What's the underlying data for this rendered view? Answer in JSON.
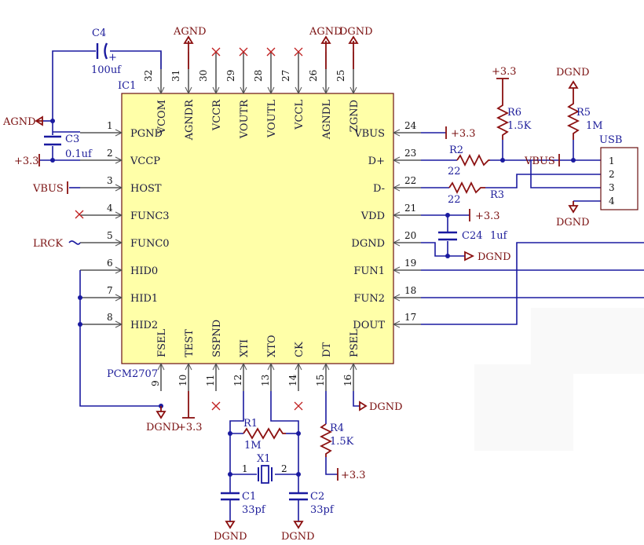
{
  "chip": {
    "ref": "IC1",
    "part": "PCM2707",
    "fill": "#ffffa8",
    "pins_left": [
      {
        "num": "1",
        "name": "PGND"
      },
      {
        "num": "2",
        "name": "VCCP"
      },
      {
        "num": "3",
        "name": "HOST"
      },
      {
        "num": "4",
        "name": "FUNC3"
      },
      {
        "num": "5",
        "name": "FUNC0"
      },
      {
        "num": "6",
        "name": "HID0"
      },
      {
        "num": "7",
        "name": "HID1"
      },
      {
        "num": "8",
        "name": "HID2"
      }
    ],
    "pins_right": [
      {
        "num": "24",
        "name": "VBUS"
      },
      {
        "num": "23",
        "name": "D+"
      },
      {
        "num": "22",
        "name": "D-"
      },
      {
        "num": "21",
        "name": "VDD"
      },
      {
        "num": "20",
        "name": "DGND"
      },
      {
        "num": "19",
        "name": "FUN1"
      },
      {
        "num": "18",
        "name": "FUN2"
      },
      {
        "num": "17",
        "name": "DOUT"
      }
    ],
    "pins_top": [
      {
        "num": "32",
        "name": "VCOM"
      },
      {
        "num": "31",
        "name": "AGNDR"
      },
      {
        "num": "30",
        "name": "VCCR"
      },
      {
        "num": "29",
        "name": "VOUTR"
      },
      {
        "num": "28",
        "name": "VOUTL"
      },
      {
        "num": "27",
        "name": "VCCL"
      },
      {
        "num": "26",
        "name": "AGNDL"
      },
      {
        "num": "25",
        "name": "ZGND"
      }
    ],
    "pins_bottom": [
      {
        "num": "9",
        "name": "FSEL"
      },
      {
        "num": "10",
        "name": "TEST"
      },
      {
        "num": "11",
        "name": "SSPND"
      },
      {
        "num": "12",
        "name": "XTI"
      },
      {
        "num": "13",
        "name": "XTO"
      },
      {
        "num": "14",
        "name": "CK"
      },
      {
        "num": "15",
        "name": "DT"
      },
      {
        "num": "16",
        "name": "PSEL"
      }
    ]
  },
  "components": {
    "c4": {
      "ref": "C4",
      "value": "100uf"
    },
    "c3": {
      "ref": "C3",
      "value": "0.1uf"
    },
    "c24": {
      "ref": "C24",
      "value": "1uf"
    },
    "c1": {
      "ref": "C1",
      "value": "33pf"
    },
    "c2": {
      "ref": "C2",
      "value": "33pf"
    },
    "r1": {
      "ref": "R1",
      "value": "1M"
    },
    "r2": {
      "ref": "R2",
      "value": "22"
    },
    "r3": {
      "ref": "R3",
      "value": "22"
    },
    "r4": {
      "ref": "R4",
      "value": "1.5K"
    },
    "r5": {
      "ref": "R5",
      "value": "1M"
    },
    "r6": {
      "ref": "R6",
      "value": "1.5K"
    },
    "x1": {
      "ref": "X1",
      "pin1": "1",
      "pin2": "2"
    },
    "usb": {
      "ref": "USB",
      "pins": [
        "1",
        "2",
        "3",
        "4"
      ]
    }
  },
  "nets": {
    "agnd": "AGND",
    "dgnd": "DGND",
    "p33": "+3.3",
    "vbus": "VBUS",
    "lrck": "LRCK"
  },
  "colors": {
    "wire": "#1a1aa0",
    "power": "#8b1010",
    "chip_fill": "#ffffa8",
    "noconnect": "#c02020"
  }
}
